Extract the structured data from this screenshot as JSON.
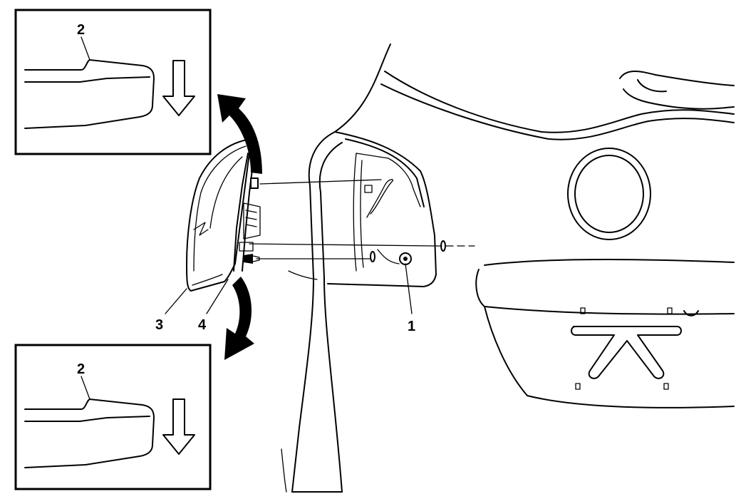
{
  "callouts": {
    "c1": "1",
    "c2_top": "2",
    "c2_bottom": "2",
    "c3": "3",
    "c4": "4"
  },
  "colors": {
    "line": "#000000",
    "background": "#ffffff"
  },
  "icons": [
    "down-arrow-icon",
    "curved-arrow-up-icon",
    "curved-arrow-down-icon"
  ]
}
